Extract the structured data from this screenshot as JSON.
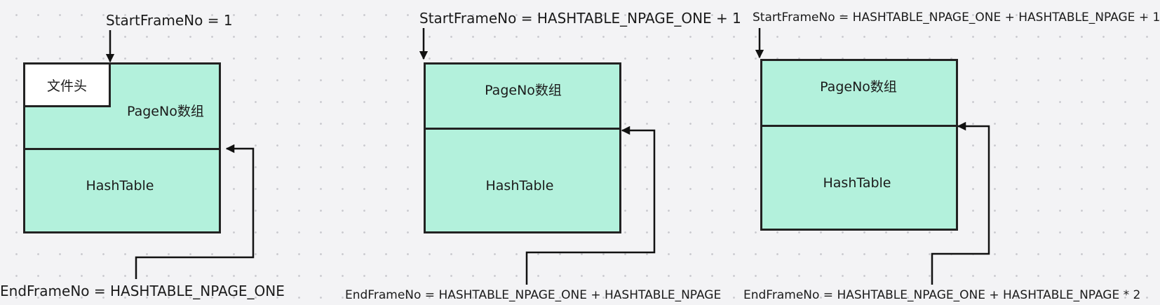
{
  "colors": {
    "block_fill": "#b3f1dc",
    "header_fill": "#ffffff",
    "stroke": "#222222",
    "background": "#f3f3f5"
  },
  "icons": {
    "pointer": "arrow-down-icon",
    "return": "arrow-left-icon"
  },
  "frames": [
    {
      "start_label": "StartFrameNo = 1",
      "end_label": "EndFrameNo = HASHTABLE_NPAGE_ONE",
      "header_label": "文件头",
      "pageno_label": "PageNo数组",
      "hashtable_label": "HashTable"
    },
    {
      "start_label": "StartFrameNo = HASHTABLE_NPAGE_ONE + 1",
      "end_label": "EndFrameNo = HASHTABLE_NPAGE_ONE + HASHTABLE_NPAGE",
      "pageno_label": "PageNo数组",
      "hashtable_label": "HashTable"
    },
    {
      "start_label": "StartFrameNo = HASHTABLE_NPAGE_ONE  + HASHTABLE_NPAGE + 1",
      "end_label": "EndFrameNo = HASHTABLE_NPAGE_ONE + HASHTABLE_NPAGE * 2",
      "pageno_label": "PageNo数组",
      "hashtable_label": "HashTable"
    }
  ]
}
